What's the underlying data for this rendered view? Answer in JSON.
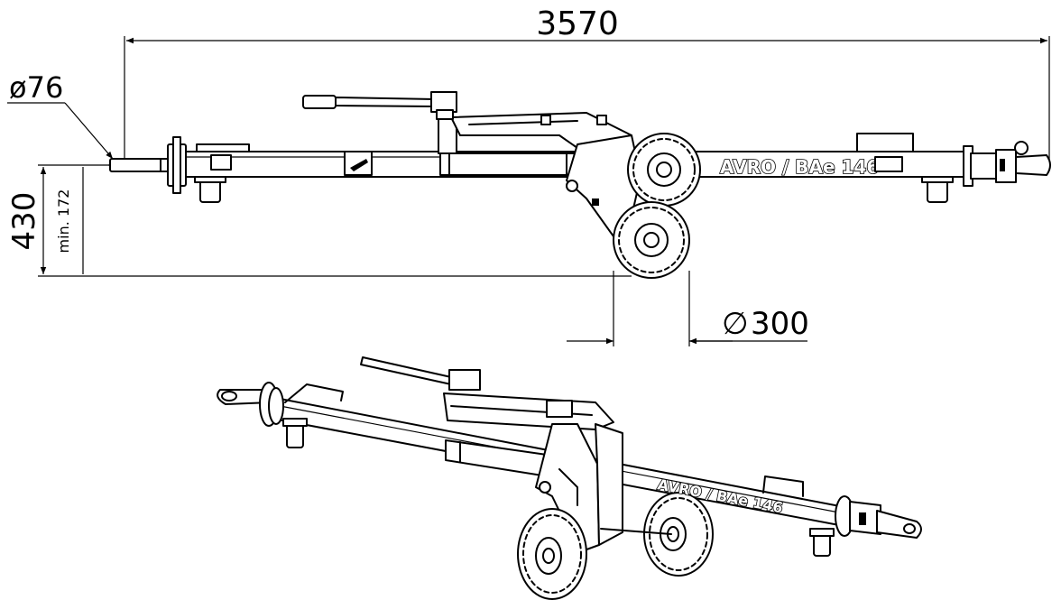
{
  "dimensions": {
    "overall_length": "3570",
    "eye_diameter": "ø76",
    "height": "430",
    "min_height": "min. 172",
    "wheel_diameter_symbol": "∅",
    "wheel_diameter": "300"
  },
  "labels": {
    "side_view_stamp": "AVRO / BAe 146",
    "iso_view_stamp": "AVRO / BAe 146"
  },
  "colors": {
    "line": "#000000",
    "background": "#ffffff"
  }
}
